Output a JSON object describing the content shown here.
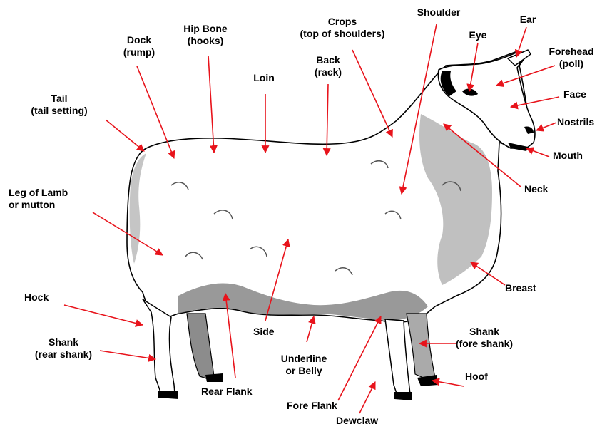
{
  "labels": {
    "dock": {
      "line1": "Dock",
      "line2": "(rump)"
    },
    "hipbone": {
      "line1": "Hip Bone",
      "line2": "(hooks)"
    },
    "loin": {
      "line1": "Loin"
    },
    "crops": {
      "line1": "Crops",
      "line2": "(top of shoulders)"
    },
    "back": {
      "line1": "Back",
      "line2": "(rack)"
    },
    "shoulder": {
      "line1": "Shoulder"
    },
    "eye": {
      "line1": "Eye"
    },
    "ear": {
      "line1": "Ear"
    },
    "forehead": {
      "line1": "Forehead",
      "line2": "(poll)"
    },
    "face": {
      "line1": "Face"
    },
    "nostrils": {
      "line1": "Nostrils"
    },
    "mouth": {
      "line1": "Mouth"
    },
    "neck": {
      "line1": "Neck"
    },
    "tail": {
      "line1": "Tail",
      "line2": "(tail setting)"
    },
    "leg": {
      "line1": "Leg of Lamb",
      "line2": "or mutton"
    },
    "breast": {
      "line1": "Breast"
    },
    "hock": {
      "line1": "Hock"
    },
    "rearshank": {
      "line1": "Shank",
      "line2": "(rear shank)"
    },
    "side": {
      "line1": "Side"
    },
    "underline": {
      "line1": "Underline",
      "line2": "or Belly"
    },
    "foreshank": {
      "line1": "Shank",
      "line2": "(fore shank)"
    },
    "hoof": {
      "line1": "Hoof"
    },
    "rearflank": {
      "line1": "Rear Flank"
    },
    "foreflank": {
      "line1": "Fore Flank"
    },
    "dewclaw": {
      "line1": "Dewclaw"
    }
  },
  "colors": {
    "arrow": "#e8131b",
    "outline": "#000000",
    "wool_shadow": "#8c8c8c",
    "belly_shadow": "#6e6e6e",
    "hoof": "#000000"
  }
}
